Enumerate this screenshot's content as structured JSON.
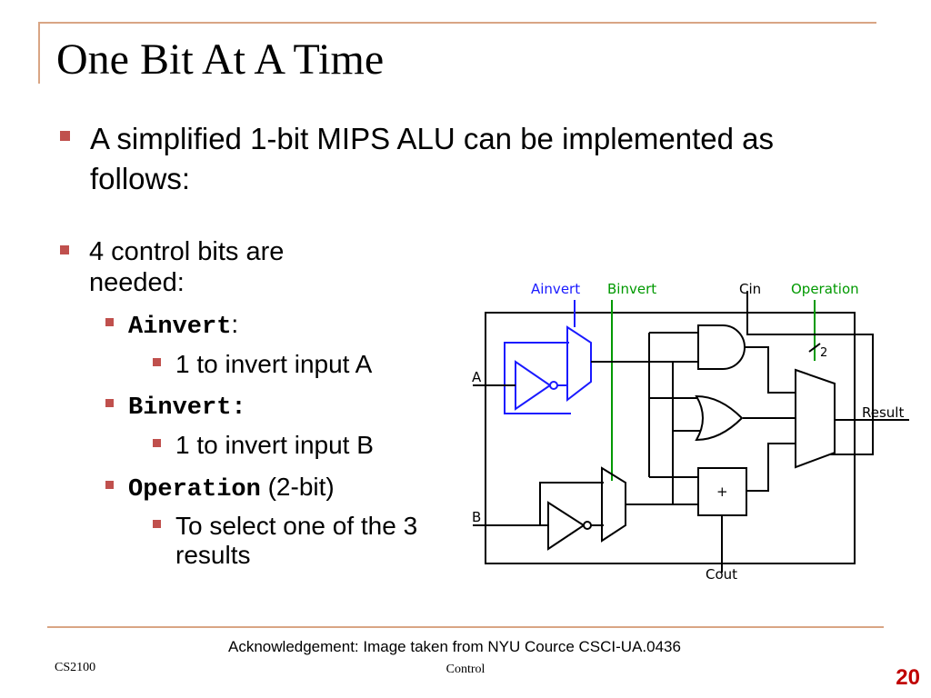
{
  "title": "One Bit At A Time",
  "bullets": {
    "intro": "A simplified 1-bit MIPS ALU can be implemented as follows:",
    "control_bits": "4 control bits are needed:",
    "ainvert_label": "Ainvert",
    "ainvert_suffix": ":",
    "ainvert_desc": "1 to invert input A",
    "binvert_label": "Binvert:",
    "binvert_desc": "1 to invert input B",
    "operation_label": "Operation",
    "operation_suffix": " (2-bit)",
    "operation_desc": "To select one of the 3 results"
  },
  "diagram": {
    "ainvert": "Ainvert",
    "binvert": "Binvert",
    "cin": "Cin",
    "operation": "Operation",
    "input_a": "A",
    "input_b": "B",
    "result": "Result",
    "cout": "Cout",
    "adder_symbol": "+",
    "bus_width": "2",
    "colors": {
      "ainvert": "#1a1aff",
      "binvert": "#009900",
      "operation": "#009900",
      "wire": "#000000"
    }
  },
  "footer": {
    "acknowledgement": "Acknowledgement: Image taken from NYU Cource CSCI-UA.0436",
    "course": "CS2100",
    "topic": "Control",
    "page_number": "20"
  }
}
